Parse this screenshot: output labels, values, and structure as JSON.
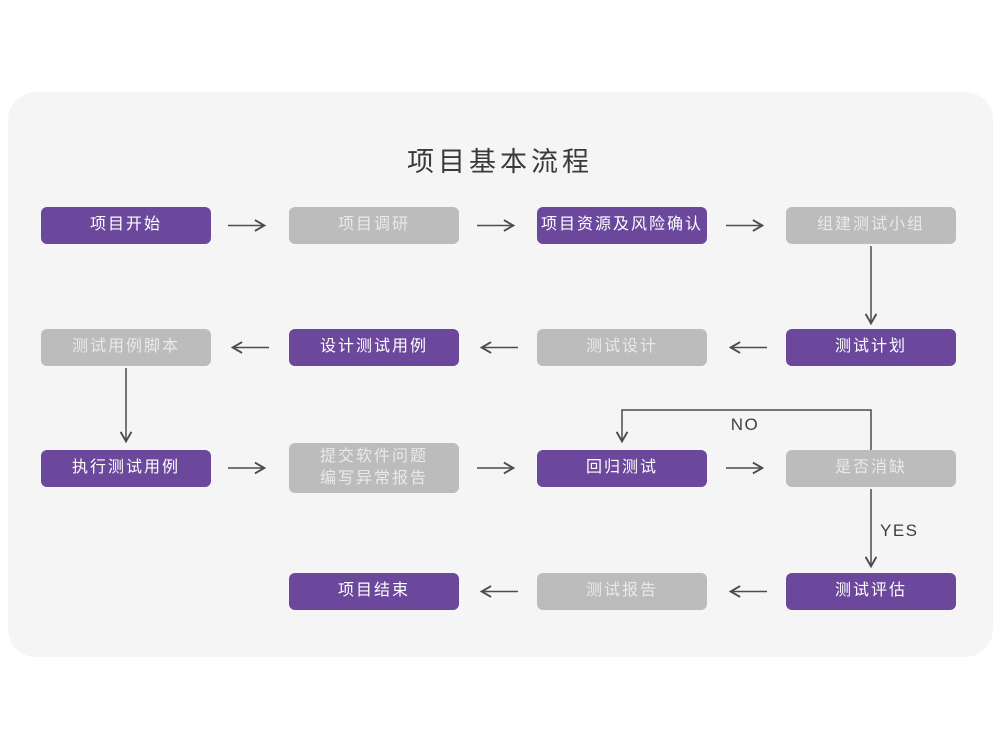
{
  "title": "项目基本流程",
  "colors": {
    "purple": "#6c489c",
    "gray": "#bcbcbc",
    "card_bg": "#f6f5f6",
    "page_bg": "#ffffff",
    "arrow": "#4c4c4e",
    "title_color": "#3a3a3a",
    "gray_text": "#e9e9e9",
    "purple_text": "#ffffff"
  },
  "nodes": [
    {
      "id": "project-start",
      "label": "项目开始",
      "variant": "purple"
    },
    {
      "id": "project-research",
      "label": "项目调研",
      "variant": "gray"
    },
    {
      "id": "resource-risk-confirm",
      "label": "项目资源及风险确认",
      "variant": "purple"
    },
    {
      "id": "form-test-team",
      "label": "组建测试小组",
      "variant": "gray"
    },
    {
      "id": "test-plan",
      "label": "测试计划",
      "variant": "purple"
    },
    {
      "id": "test-design",
      "label": "测试设计",
      "variant": "gray"
    },
    {
      "id": "design-test-cases",
      "label": "设计测试用例",
      "variant": "purple"
    },
    {
      "id": "test-case-script",
      "label": "测试用例脚本",
      "variant": "gray"
    },
    {
      "id": "execute-test-cases",
      "label": "执行测试用例",
      "variant": "purple"
    },
    {
      "id": "submit-issue-report",
      "label": "提交软件问题",
      "label2": "编写异常报告",
      "variant": "gray"
    },
    {
      "id": "regression-test",
      "label": "回归测试",
      "variant": "purple"
    },
    {
      "id": "defect-cleared",
      "label": "是否消缺",
      "variant": "gray"
    },
    {
      "id": "test-evaluation",
      "label": "测试评估",
      "variant": "purple"
    },
    {
      "id": "test-report",
      "label": "测试报告",
      "variant": "gray"
    },
    {
      "id": "project-end",
      "label": "项目结束",
      "variant": "purple"
    }
  ],
  "edge_labels": {
    "no": "NO",
    "yes": "YES"
  },
  "edges": [
    {
      "from": "项目开始",
      "to": "项目调研"
    },
    {
      "from": "项目调研",
      "to": "项目资源及风险确认"
    },
    {
      "from": "项目资源及风险确认",
      "to": "组建测试小组"
    },
    {
      "from": "组建测试小组",
      "to": "测试计划"
    },
    {
      "from": "测试计划",
      "to": "测试设计"
    },
    {
      "from": "测试设计",
      "to": "设计测试用例"
    },
    {
      "from": "设计测试用例",
      "to": "测试用例脚本"
    },
    {
      "from": "测试用例脚本",
      "to": "执行测试用例"
    },
    {
      "from": "执行测试用例",
      "to": "提交软件问题编写异常报告"
    },
    {
      "from": "提交软件问题编写异常报告",
      "to": "回归测试"
    },
    {
      "from": "回归测试",
      "to": "是否消缺"
    },
    {
      "from": "是否消缺",
      "to": "回归测试",
      "label": "NO"
    },
    {
      "from": "是否消缺",
      "to": "测试评估",
      "label": "YES"
    },
    {
      "from": "测试评估",
      "to": "测试报告"
    },
    {
      "from": "测试报告",
      "to": "项目结束"
    }
  ]
}
